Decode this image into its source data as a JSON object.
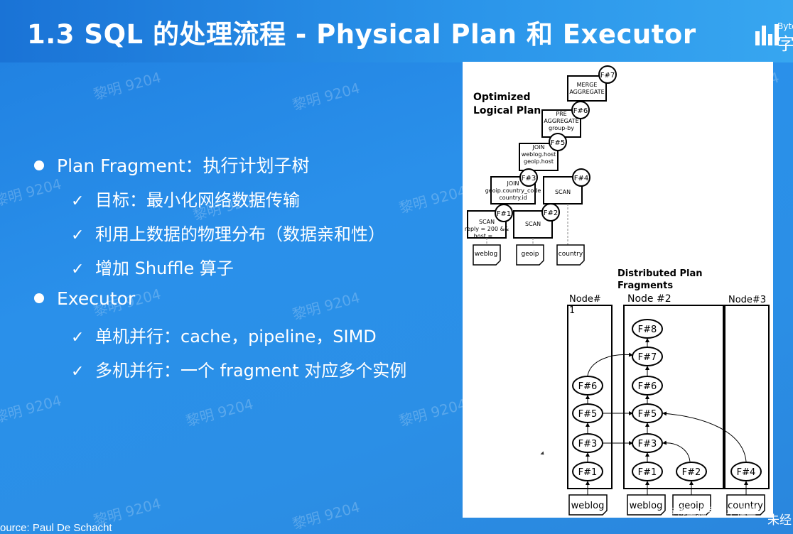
{
  "slide": {
    "title": "1.3 SQL 的处理流程 - Physical Plan 和 Executor",
    "logo_text_top": "Byte",
    "logo_text_bottom": "字",
    "source": "ource: Paul De Schacht",
    "corner_text": "未经",
    "credit": "@稀土掘金技术社区",
    "watermark": "黎明 9204"
  },
  "bullets": [
    {
      "text": "Plan Fragment：执行计划子树",
      "subitems": [
        "目标：最小化网络数据传输",
        "利用上数据的物理分布（数据亲和性）",
        "增加 Shuffle 算子"
      ]
    },
    {
      "text": "Executor",
      "subitems": [
        "单机并行：cache，pipeline，SIMD",
        "多机并行：一个 fragment 对应多个实例"
      ]
    }
  ],
  "check_glyph": "✓",
  "diagram": {
    "logical_title_1": "Optimized",
    "logical_title_2": "Logical Plan",
    "distributed_title_1": "Distributed Plan",
    "distributed_title_2": "Fragments",
    "merge_agg": [
      "MERGE",
      "AGGREGATE"
    ],
    "pre_agg": [
      "PRE",
      "AGGREGATE",
      "group-by"
    ],
    "join1": [
      "JOIN",
      "weblog.host",
      "geoip.host"
    ],
    "join2": [
      "JOIN",
      "geoip.country_code",
      "country.id"
    ],
    "scan_weblog": [
      "SCAN",
      "reply = 200 &&",
      "host = ..."
    ],
    "scan_label": "SCAN",
    "fragments": [
      "F#7",
      "F#6",
      "F#5",
      "F#3",
      "F#4",
      "F#1",
      "F#2"
    ],
    "tables": [
      "weblog",
      "geoip",
      "country"
    ],
    "node1": [
      "Node#",
      "1"
    ],
    "node2": "Node #2",
    "node3": "Node#3",
    "n1_frags": [
      "F#6",
      "F#5",
      "F#3",
      "F#1"
    ],
    "n2_frags": [
      "F#8",
      "F#7",
      "F#6",
      "F#5",
      "F#3",
      "F#1",
      "F#2"
    ],
    "n3_frags": [
      "F#4"
    ],
    "n1_table": "weblog",
    "n2_tables": [
      "weblog",
      "geoip"
    ],
    "n3_table": "country"
  },
  "colors": {
    "background": "#2a8de6",
    "title_bar": "#1a73d6",
    "text": "#ffffff"
  }
}
